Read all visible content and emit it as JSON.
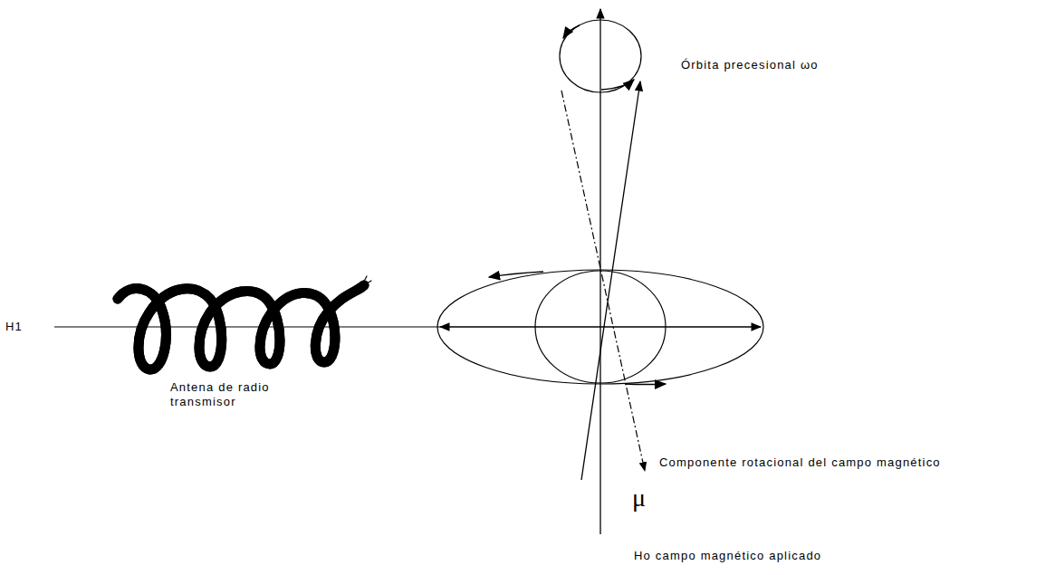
{
  "diagram": {
    "labels": [
      "Órbita precesional ωo",
      "H1",
      "Antena de radio transmisor",
      "Componente rotacional del campo magnético",
      "μ",
      "Ho campo magnético aplicado"
    ]
  }
}
